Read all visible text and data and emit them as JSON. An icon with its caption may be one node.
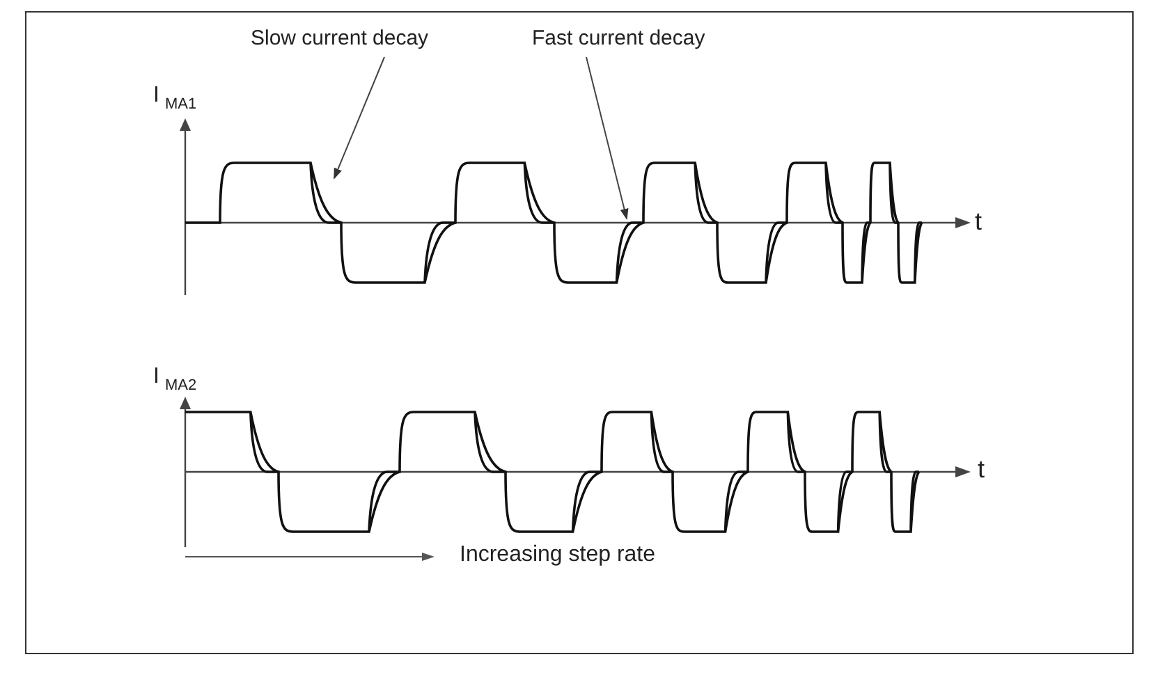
{
  "diagram": {
    "nodes": [
      {
        "text": [
          "Slow current decay"
        ]
      },
      {
        "text": [
          "Fast current decay"
        ]
      }
    ],
    "edges": [
      {
        "from": 0,
        "to": null,
        "arrow": "to"
      },
      {
        "from": 1,
        "to": null,
        "arrow": "to"
      }
    ],
    "labels": [
      "I$_{MA1}$",
      "t",
      "I$_{MA2}$",
      "t",
      "Increasing step rate"
    ]
  }
}
